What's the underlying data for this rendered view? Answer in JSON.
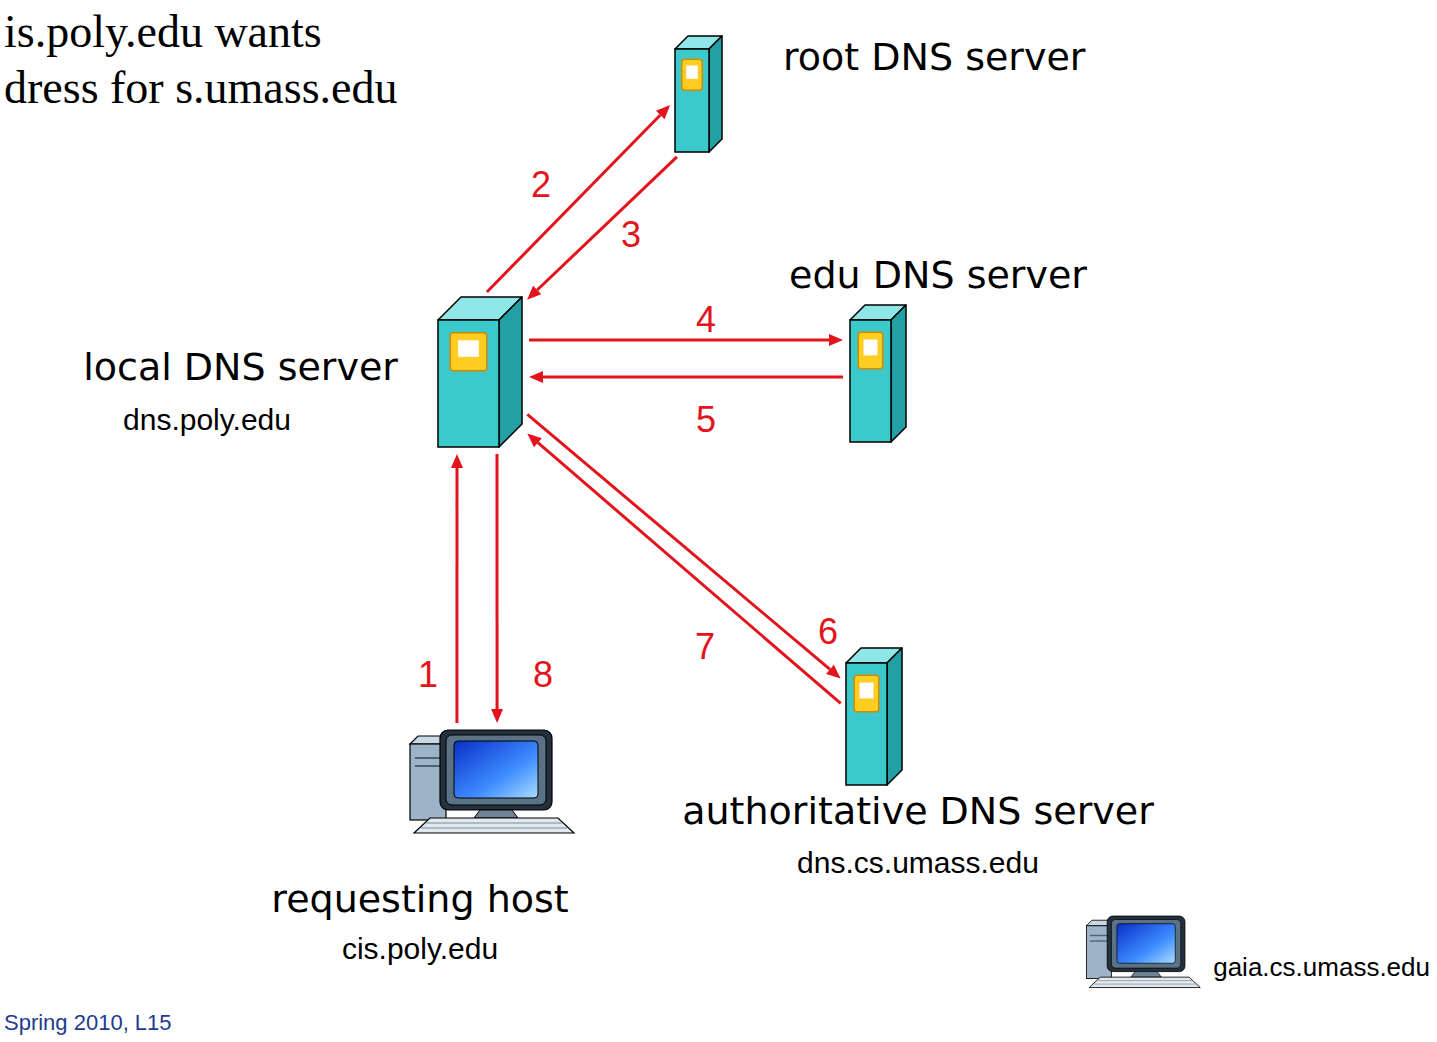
{
  "diagram": {
    "nodes": [
      {
        "text": [
          "root DNS server"
        ]
      },
      {
        "text": [
          "edu DNS server"
        ]
      },
      {
        "text": [
          "local DNS server",
          "dns.poly.edu"
        ]
      },
      {
        "text": [
          "requesting host",
          "cis.poly.edu"
        ]
      },
      {
        "text": [
          "authoritative DNS server",
          "dns.cs.umass.edu"
        ]
      },
      {
        "text": [
          "gaia.cs.umass.edu"
        ]
      }
    ],
    "edges": [
      {
        "from": 3,
        "to": 2,
        "label": "1",
        "arrow": "to"
      },
      {
        "from": 2,
        "to": 0,
        "label": "2",
        "arrow": "to"
      },
      {
        "from": 0,
        "to": 2,
        "label": "3",
        "arrow": "to"
      },
      {
        "from": 2,
        "to": 1,
        "label": "4",
        "arrow": "to"
      },
      {
        "from": 1,
        "to": 2,
        "label": "5",
        "arrow": "to"
      },
      {
        "from": 2,
        "to": 4,
        "label": "6",
        "arrow": "to"
      },
      {
        "from": 4,
        "to": 2,
        "label": "7",
        "arrow": "to"
      },
      {
        "from": 2,
        "to": 3,
        "label": "8",
        "arrow": "to"
      }
    ],
    "labels": [
      "is.poly.edu wants dress for s.umass.edu",
      "Spring 2010, L15"
    ]
  }
}
